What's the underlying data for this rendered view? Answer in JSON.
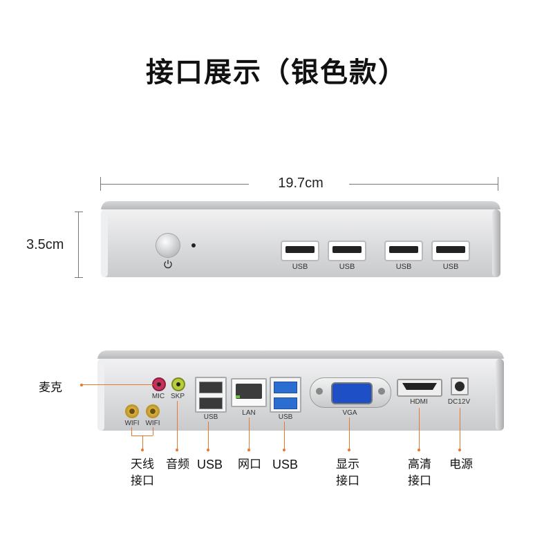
{
  "title": "接口展示（银色款）",
  "dimensions": {
    "width": "19.7cm",
    "height": "3.5cm"
  },
  "front_panel": {
    "power_icon": "power-icon",
    "usb_ports": [
      "USB",
      "USB",
      "USB",
      "USB"
    ]
  },
  "rear_panel": {
    "port_labels": {
      "mic": "MIC",
      "skp": "SKP",
      "wifi1": "WIFI",
      "wifi2": "WIFI",
      "usb1": "USB",
      "lan": "LAN",
      "usb2": "USB",
      "vga": "VGA",
      "hdmi": "HDMI",
      "dc": "DC12V"
    },
    "callouts": {
      "mic": "麦克",
      "antenna": "天线\n接口",
      "audio": "音频",
      "usb1": "USB",
      "lan": "网口",
      "usb2": "USB",
      "display": "显示\n接口",
      "hdmi": "高清\n接口",
      "power": "电源"
    }
  },
  "colors": {
    "accent": "#e8772e",
    "chassis": "#d9dadc"
  }
}
